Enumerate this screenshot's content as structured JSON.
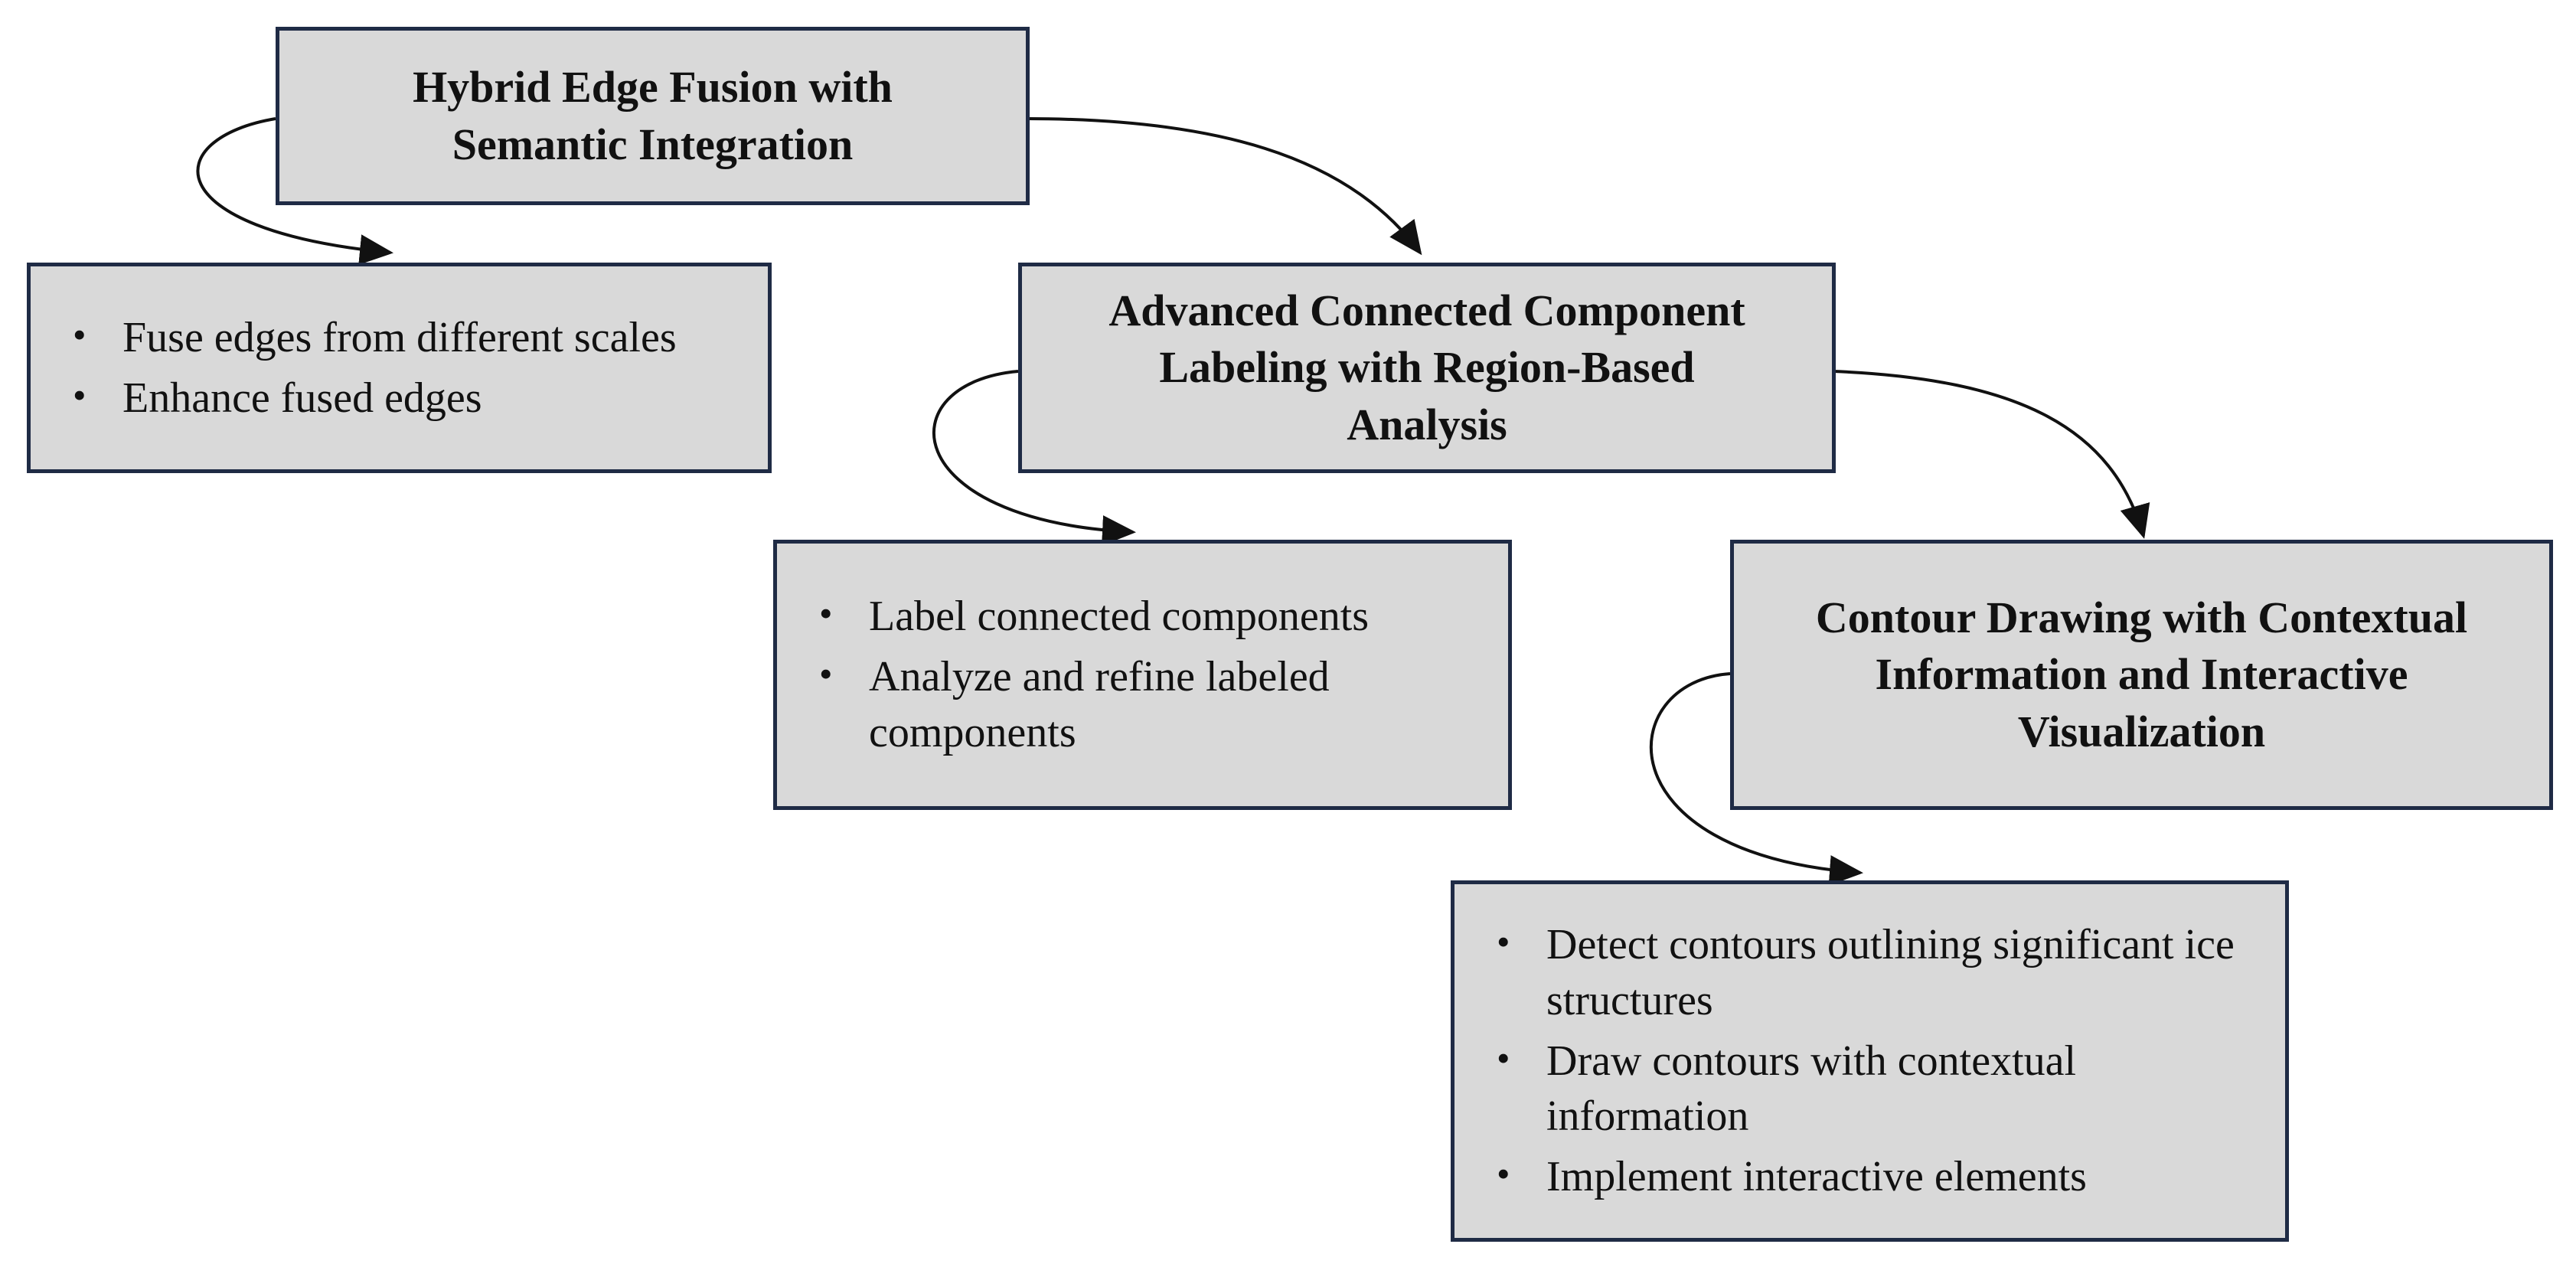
{
  "nodes": {
    "hybrid_edge_fusion": {
      "title_line1": "Hybrid Edge Fusion with",
      "title_line2": "Semantic Integration",
      "bullets": [
        "Fuse edges from different scales",
        "Enhance fused edges"
      ]
    },
    "connected_component_labeling": {
      "title_line1": "Advanced Connected Component",
      "title_line2": "Labeling with Region-Based",
      "title_line3": "Analysis",
      "bullets": [
        "Label connected components",
        "Analyze and refine labeled components"
      ]
    },
    "contour_drawing": {
      "title_line1": "Contour Drawing with Contextual",
      "title_line2": "Information and Interactive",
      "title_line3": "Visualization",
      "bullets": [
        "Detect contours outlining significant ice structures",
        "Draw contours with contextual information",
        "Implement interactive elements"
      ]
    }
  },
  "bullet_glyph": "•",
  "colors": {
    "box_fill": "#d9d9d9",
    "box_border": "#1f2b45",
    "arrow": "#111111"
  }
}
